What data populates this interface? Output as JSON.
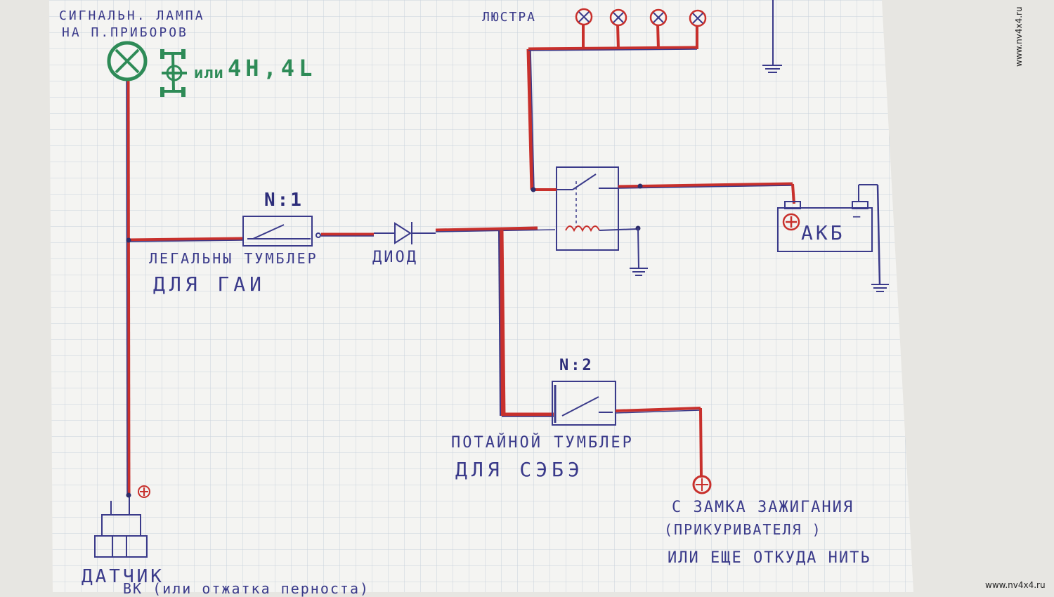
{
  "labels": {
    "signal_lamp": "СИГНАЛЬН. ЛАМПА",
    "on_panel": "НА П.ПРИБОРОВ",
    "or_word": "или",
    "modes": "4H,4L",
    "chandelier": "ЛЮСТРА",
    "switch1_number": "N:1",
    "legal_switch": "ЛЕГАЛЬНЫ ТУМБЛЕР",
    "for_police": "ДЛЯ ГАИ",
    "diode": "ДИОД",
    "battery": "АКБ",
    "battery_minus": "−",
    "switch2_number": "N:2",
    "hidden_switch": "ПОТАЙНОЙ ТУМБЛЕР",
    "for_self": "ДЛЯ СЭБЭ",
    "from_ignition": "С ЗАМКА ЗАЖИГАНИЯ",
    "from_lighter": "(ПРИКУРИВАТЕЛЯ )",
    "or_elsewhere": "ИЛИ ЕЩЕ ОТКУДА НИТЬ",
    "sensor": "ДАТЧИК",
    "sensor_line2": "ВК (или отжатка перноста)"
  },
  "watermarks": {
    "site": "www.nv4x4.ru"
  },
  "colors": {
    "paper": "#f4f4f2",
    "grid": "#c9d2dc",
    "wire_red": "#c8302c",
    "ink_blue": "#3a3a8a",
    "ink_green": "#2e8b57"
  }
}
